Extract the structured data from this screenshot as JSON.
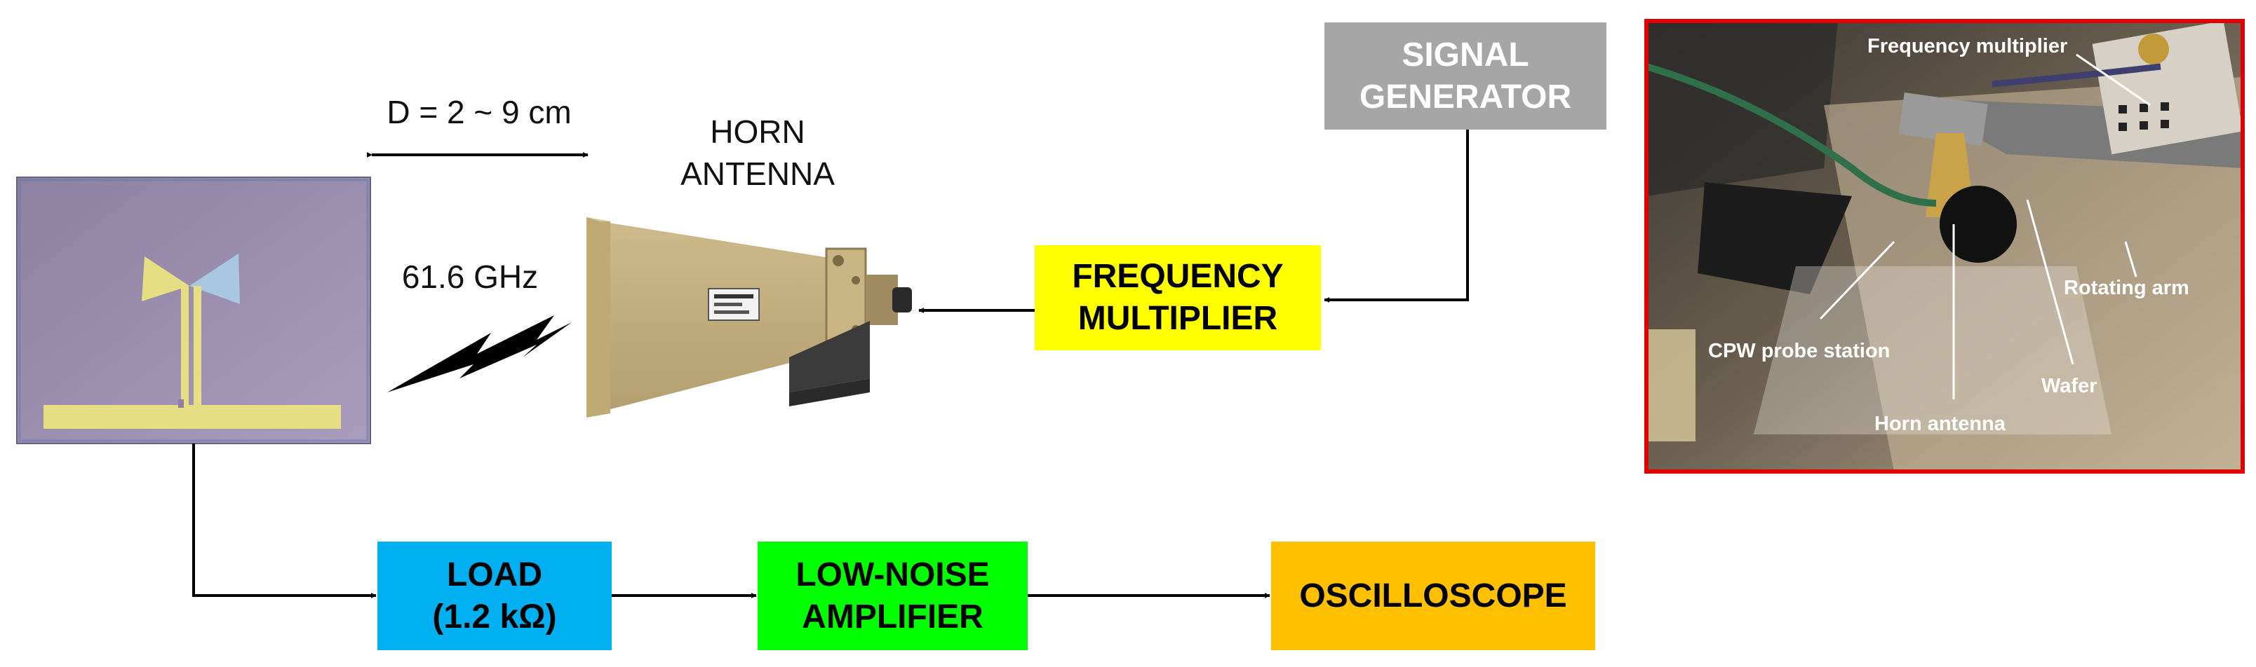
{
  "blocks": {
    "signal_generator": {
      "line1": "SIGNAL",
      "line2": "GENERATOR",
      "color": "#a6a6a6"
    },
    "frequency_multiplier": {
      "line1": "FREQUENCY",
      "line2": "MULTIPLIER",
      "color": "#ffff00"
    },
    "load": {
      "line1": "LOAD",
      "line2": "(1.2 kΩ)",
      "color": "#00b0f0"
    },
    "low_noise_amplifier": {
      "line1": "LOW-NOISE",
      "line2": "AMPLIFIER",
      "color": "#00ff00"
    },
    "oscilloscope": {
      "line1": "OSCILLOSCOPE",
      "color": "#ffc000"
    }
  },
  "labels": {
    "distance": "D = 2 ~ 9 cm",
    "horn_line1": "HORN",
    "horn_line2": "ANTENNA",
    "frequency": "61.6 GHz"
  },
  "photo": {
    "border_color": "#e00000",
    "labels": {
      "frequency_multiplier": "Frequency multiplier",
      "rotating_arm": "Rotating arm",
      "cpw_probe_station": "CPW probe station",
      "wafer": "Wafer",
      "horn_antenna": "Horn antenna"
    }
  }
}
